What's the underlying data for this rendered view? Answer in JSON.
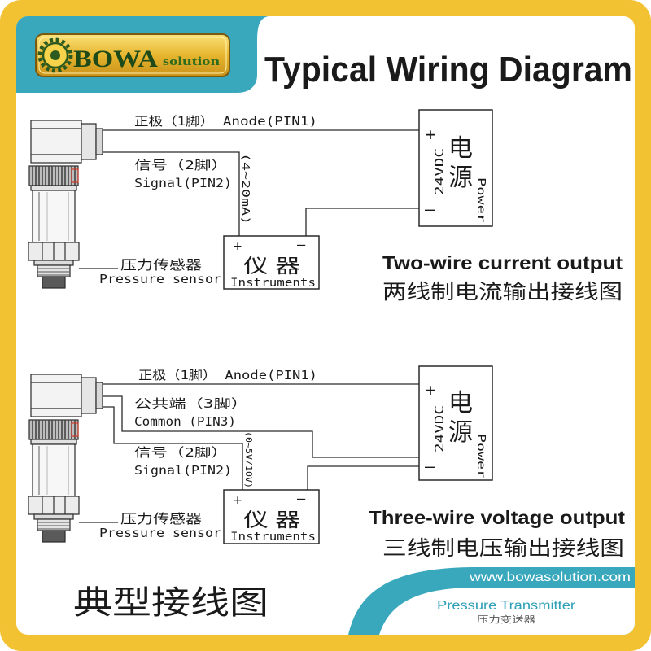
{
  "brand": {
    "logo_text": "BOWA",
    "logo_sub": "solution",
    "website": "www.bowasolution.com",
    "product_en": "Pressure Transmitter",
    "product_cn": "压力变送器"
  },
  "title": "Typical Wiring Diagram",
  "footer_cn": "典型接线图",
  "two_wire": {
    "anode_label": "正极（1脚） Anode(PIN1)",
    "signal_cn": "信号（2脚）",
    "signal_en": "Signal(PIN2)",
    "range": "(4~20mA)",
    "sensor_cn": "压力传感器",
    "sensor_en": "Pressure sensor",
    "instruments_cn": "仪 器",
    "instruments_en": "Instruments",
    "plus": "+",
    "minus": "–",
    "power_cn_1": "电",
    "power_cn_2": "源",
    "voltage": "24VDC",
    "power_en": "Power",
    "caption_en": "Two-wire current output",
    "caption_cn": "两线制电流输出接线图"
  },
  "three_wire": {
    "anode_label": "正极（1脚） Anode(PIN1)",
    "common_cn": "公共端（3脚）",
    "common_en": "Common (PIN3)",
    "signal_cn": "信号（2脚）",
    "signal_en": "Signal(PIN2)",
    "range": "(0~5V/10V)",
    "sensor_cn": "压力传感器",
    "sensor_en": "Pressure sensor",
    "instruments_cn": "仪 器",
    "instruments_en": "Instruments",
    "plus": "+",
    "minus": "–",
    "power_cn_1": "电",
    "power_cn_2": "源",
    "voltage": "24VDC",
    "power_en": "Power",
    "caption_en": "Three-wire voltage output",
    "caption_cn": "三线制电压输出接线图"
  },
  "colors": {
    "frame": "#F2C232",
    "teal": "#3AA8BC",
    "logo_text": "#1E4A1A",
    "logo_sub": "#2E6B1F",
    "product_text": "#2C9EB6",
    "website_text": "#FFFFFF"
  }
}
